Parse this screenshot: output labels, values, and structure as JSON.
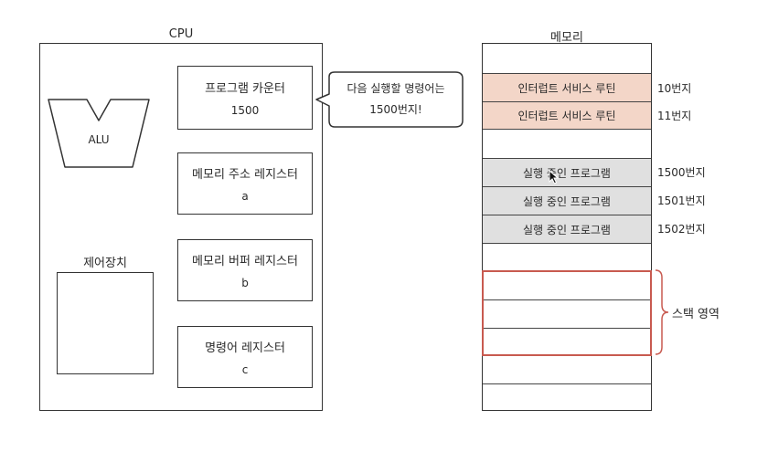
{
  "cpu": {
    "title": "CPU",
    "alu_label": "ALU",
    "control_unit_label": "제어장치",
    "registers": [
      {
        "name": "프로그램 카운터",
        "value": "1500"
      },
      {
        "name": "메모리 주소 레지스터",
        "value": "a"
      },
      {
        "name": "메모리 버퍼 레지스터",
        "value": "b"
      },
      {
        "name": "명령어 레지스터",
        "value": "c"
      }
    ]
  },
  "bubble": {
    "line1": "다음 실행할 명령어는",
    "line2": "1500번지!"
  },
  "memory": {
    "title": "메모리",
    "cells": [
      {
        "label": "",
        "kind": "empty",
        "addr": ""
      },
      {
        "label": "인터럽트 서비스 루틴",
        "kind": "isr",
        "addr": "10번지"
      },
      {
        "label": "인터럽트 서비스 루틴",
        "kind": "isr",
        "addr": "11번지"
      },
      {
        "label": "",
        "kind": "empty",
        "addr": ""
      },
      {
        "label": "실행 중인 프로그램",
        "kind": "run",
        "addr": "1500번지"
      },
      {
        "label": "실행 중인 프로그램",
        "kind": "run",
        "addr": "1501번지"
      },
      {
        "label": "실행 중인 프로그램",
        "kind": "run",
        "addr": "1502번지"
      },
      {
        "label": "",
        "kind": "empty",
        "addr": ""
      },
      {
        "label": "",
        "kind": "stack",
        "addr": ""
      },
      {
        "label": "",
        "kind": "stack",
        "addr": ""
      },
      {
        "label": "",
        "kind": "stack",
        "addr": ""
      },
      {
        "label": "",
        "kind": "empty",
        "addr": ""
      },
      {
        "label": "",
        "kind": "empty",
        "addr": ""
      }
    ],
    "stack_label": "스택 영역"
  },
  "colors": {
    "isr_fill": "#f3d6c8",
    "run_fill": "#e0e0e0",
    "stack_outline": "#c85a50"
  }
}
